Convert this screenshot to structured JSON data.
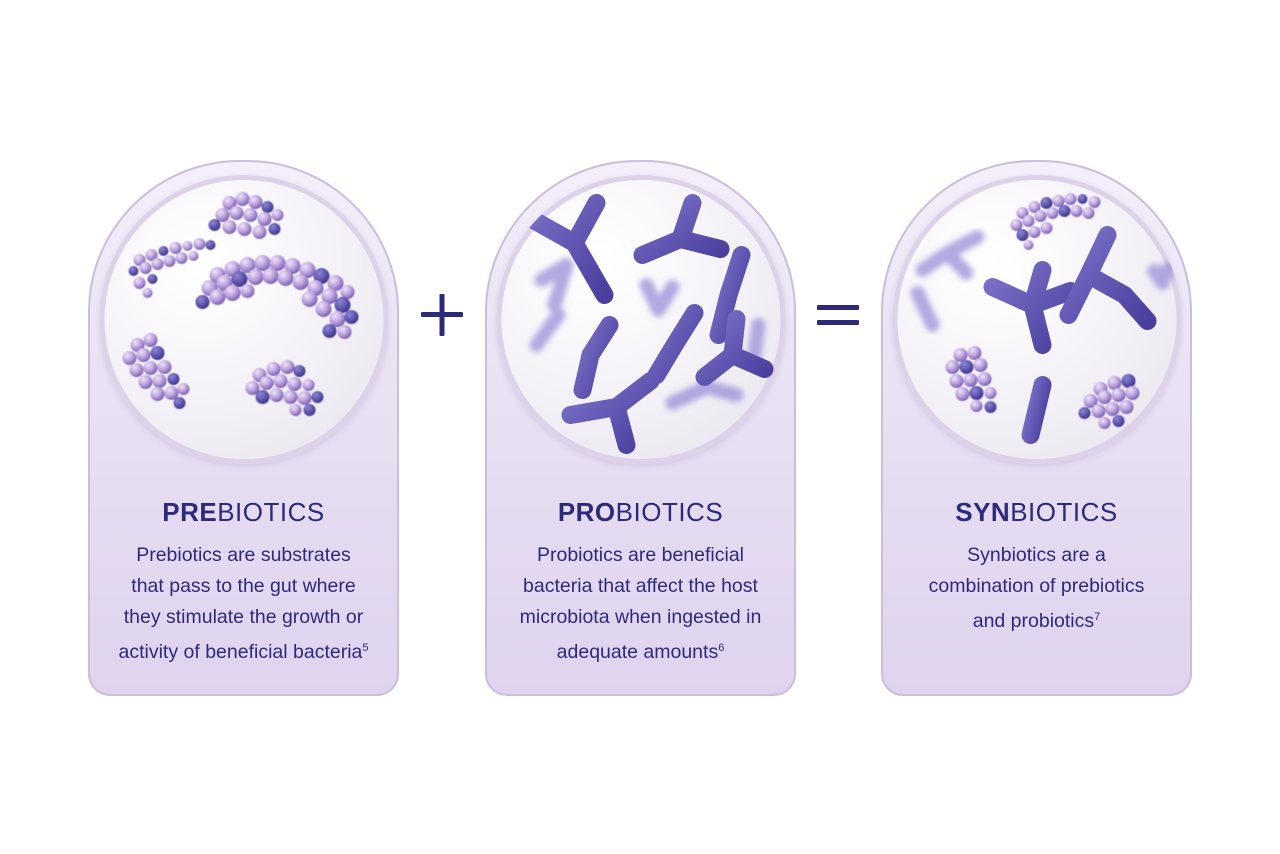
{
  "cards": [
    {
      "title_bold": "PRE",
      "title_rest": "BIOTICS",
      "lines": [
        "Prebiotics are substrates",
        "that pass to the gut where",
        "they stimulate the growth or",
        "activity of beneficial bacteria"
      ],
      "ref": "5",
      "illustration": "prebiotic-clusters-icon"
    },
    {
      "title_bold": "PRO",
      "title_rest": "BIOTICS",
      "lines": [
        "Probiotics are beneficial",
        "bacteria that affect the host",
        "microbiota when ingested in",
        "adequate amounts"
      ],
      "ref": "6",
      "illustration": "probiotic-bacteria-icon"
    },
    {
      "title_bold": "SYN",
      "title_rest": "BIOTICS",
      "lines": [
        "Synbiotics are a",
        "combination of prebiotics",
        "and probiotics"
      ],
      "ref": "7",
      "illustration": "synbiotic-mix-icon"
    }
  ],
  "operators": {
    "plus": "plus-icon",
    "equals": "equals-icon"
  },
  "colors": {
    "text": "#2e2a7a",
    "card_border": "#cbbddd",
    "cluster": "#b89ad8",
    "bacteria": "#5a4ea8"
  }
}
